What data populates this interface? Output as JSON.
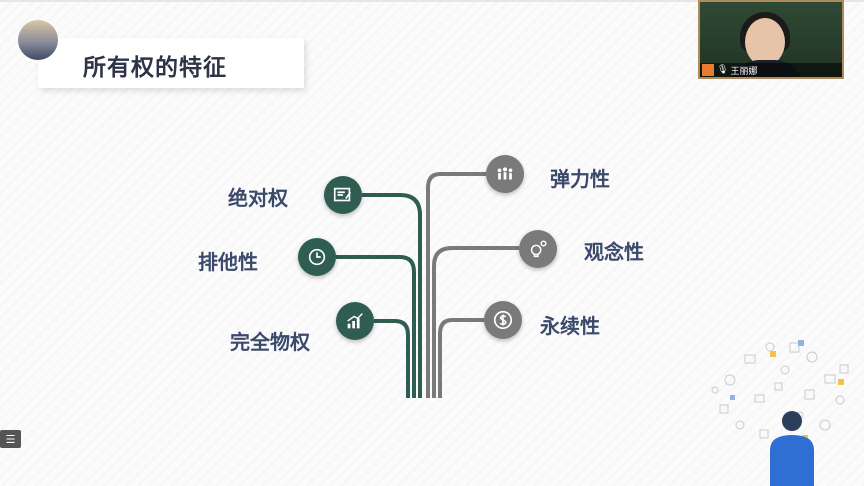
{
  "slide": {
    "title": "所有权的特征",
    "left_items": [
      {
        "label": "绝对权",
        "icon": "certificate-icon"
      },
      {
        "label": "排他性",
        "icon": "clock-icon"
      },
      {
        "label": "完全物权",
        "icon": "chart-up-icon"
      }
    ],
    "right_items": [
      {
        "label": "弹力性",
        "icon": "group-icon"
      },
      {
        "label": "观念性",
        "icon": "idea-gear-icon"
      },
      {
        "label": "永续性",
        "icon": "dollar-icon"
      }
    ],
    "colors": {
      "green": "#2f5d52",
      "grey": "#7a7a7a",
      "label": "#3b4a6b"
    }
  },
  "webcam": {
    "name": "王丽娜"
  },
  "side_button": {
    "icon": "list-icon",
    "glyph": "☰"
  }
}
